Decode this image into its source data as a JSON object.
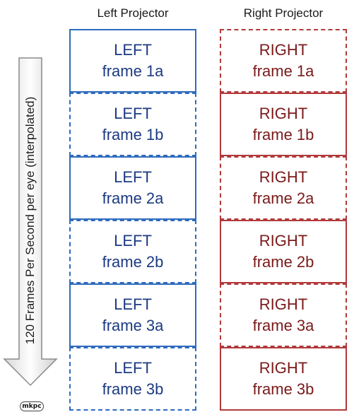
{
  "projectors": {
    "left": {
      "title": "Left Projector",
      "frames": [
        {
          "line1": "LEFT",
          "line2": "frame 1a",
          "dashed": false
        },
        {
          "line1": "LEFT",
          "line2": "frame 1b",
          "dashed": true
        },
        {
          "line1": "LEFT",
          "line2": "frame 2a",
          "dashed": false
        },
        {
          "line1": "LEFT",
          "line2": "frame 2b",
          "dashed": true
        },
        {
          "line1": "LEFT",
          "line2": "frame 3a",
          "dashed": false
        },
        {
          "line1": "LEFT",
          "line2": "frame 3b",
          "dashed": true
        }
      ],
      "text_color": "#1c3a82",
      "border_color": "#2e6bbd"
    },
    "right": {
      "title": "Right Projector",
      "frames": [
        {
          "line1": "RIGHT",
          "line2": "frame 1a",
          "dashed": true
        },
        {
          "line1": "RIGHT",
          "line2": "frame 1b",
          "dashed": false
        },
        {
          "line1": "RIGHT",
          "line2": "frame 2a",
          "dashed": true
        },
        {
          "line1": "RIGHT",
          "line2": "frame 2b",
          "dashed": false
        },
        {
          "line1": "RIGHT",
          "line2": "frame 3a",
          "dashed": true
        },
        {
          "line1": "RIGHT",
          "line2": "frame 3b",
          "dashed": false
        }
      ],
      "text_color": "#7a1a1a",
      "border_color": "#b13a3a"
    }
  },
  "arrow": {
    "label": "120 Frames Per Second per eye (interpolated)",
    "direction": "down"
  },
  "logo": {
    "text": "mkpc"
  }
}
